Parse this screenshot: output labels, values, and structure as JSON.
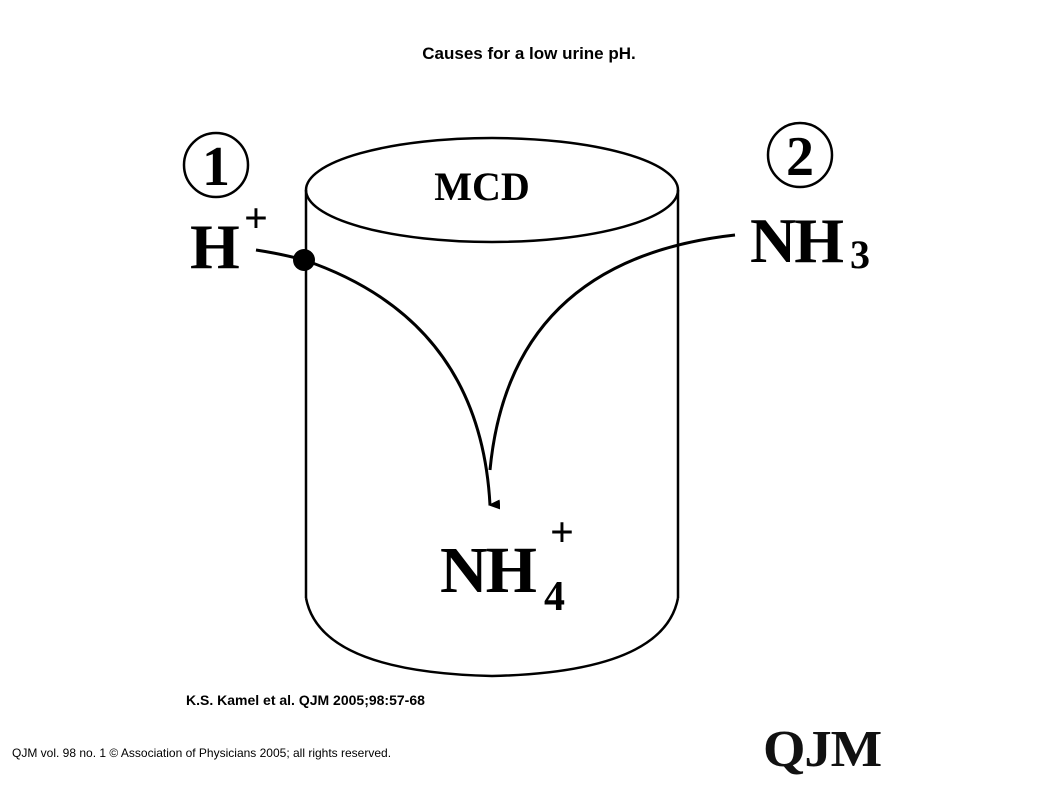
{
  "title": "Causes for a low urine pH.",
  "diagram": {
    "segment_label": "MCD",
    "cause_1": {
      "number": "1",
      "species_base": "H",
      "species_charge": "+"
    },
    "cause_2": {
      "number": "2",
      "species_base": "NH",
      "species_subscript": "3"
    },
    "product": {
      "species_base": "NH",
      "species_subscript": "4",
      "species_charge": "+"
    }
  },
  "citation": "K.S. Kamel et al. QJM 2005;98:57-68",
  "copyright": "QJM vol. 98 no. 1 © Association of Physicians 2005; all rights reserved.",
  "logo_text": "QJM"
}
